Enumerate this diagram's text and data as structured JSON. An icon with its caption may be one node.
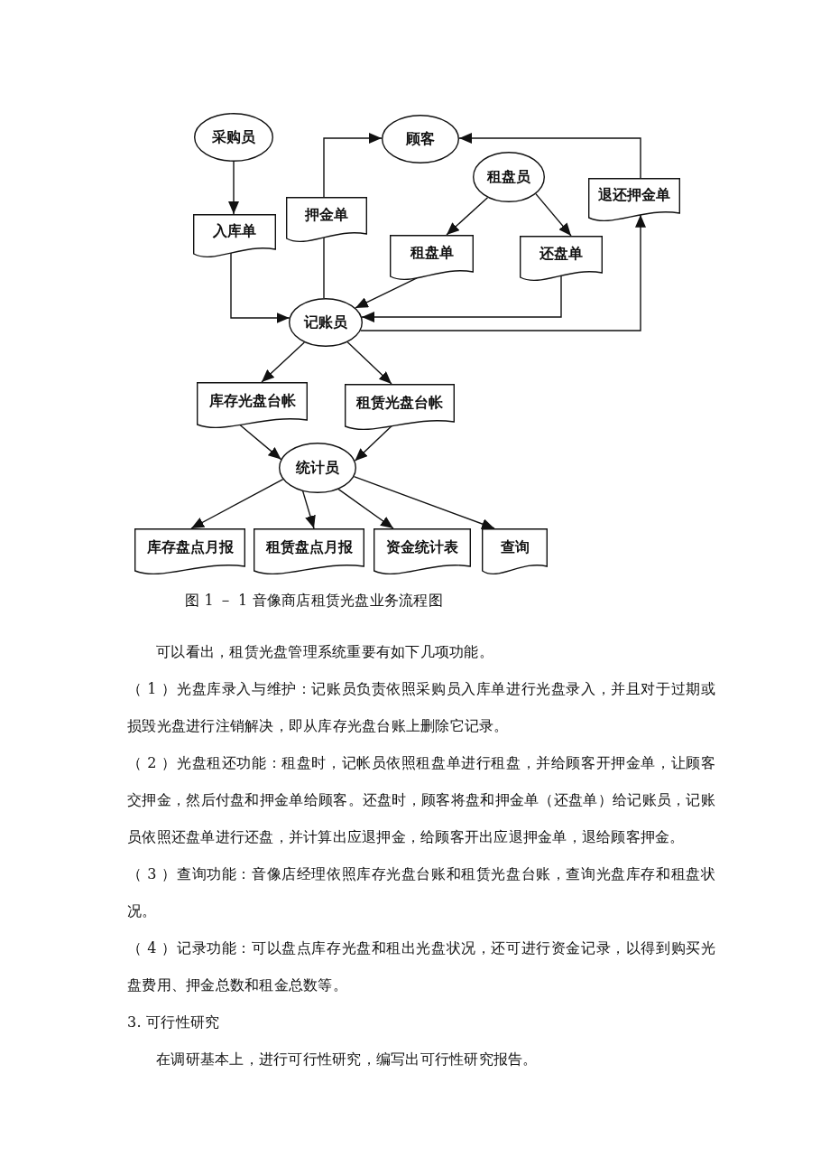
{
  "diagram": {
    "caption": "图 1 － 1 音像商店租赁光盘业务流程图",
    "nodes": [
      {
        "text": [
          "采购员"
        ]
      },
      {
        "text": [
          "顾客"
        ]
      },
      {
        "text": [
          "租盘员"
        ]
      },
      {
        "text": [
          "押金单"
        ]
      },
      {
        "text": [
          "退还押金单"
        ]
      },
      {
        "text": [
          "入库单"
        ]
      },
      {
        "text": [
          "租盘单"
        ]
      },
      {
        "text": [
          "还盘单"
        ]
      },
      {
        "text": [
          "记账员"
        ]
      },
      {
        "text": [
          "库存光盘台帐"
        ]
      },
      {
        "text": [
          "租赁光盘台帐"
        ]
      },
      {
        "text": [
          "统计员"
        ]
      },
      {
        "text": [
          "库存盘点月报"
        ]
      },
      {
        "text": [
          "租赁盘点月报"
        ]
      },
      {
        "text": [
          "资金统计表"
        ]
      },
      {
        "text": [
          "查询"
        ]
      }
    ],
    "edges": [
      {
        "from": 0,
        "to": 5,
        "arrow": "to"
      },
      {
        "from": 5,
        "to": 8,
        "arrow": "to"
      },
      {
        "from": 8,
        "to": 3,
        "arrow": "none"
      },
      {
        "from": 3,
        "to": 1,
        "arrow": "to"
      },
      {
        "from": 4,
        "to": 1,
        "arrow": "to"
      },
      {
        "from": 2,
        "to": 6,
        "arrow": "to"
      },
      {
        "from": 2,
        "to": 7,
        "arrow": "to"
      },
      {
        "from": 6,
        "to": 8,
        "arrow": "to"
      },
      {
        "from": 7,
        "to": 8,
        "arrow": "to"
      },
      {
        "from": 8,
        "to": 4,
        "arrow": "to"
      },
      {
        "from": 8,
        "to": 9,
        "arrow": "to"
      },
      {
        "from": 8,
        "to": 10,
        "arrow": "to"
      },
      {
        "from": 9,
        "to": 11,
        "arrow": "to"
      },
      {
        "from": 10,
        "to": 11,
        "arrow": "to"
      },
      {
        "from": 11,
        "to": 12,
        "arrow": "to"
      },
      {
        "from": 11,
        "to": 13,
        "arrow": "to"
      },
      {
        "from": 11,
        "to": 14,
        "arrow": "to"
      },
      {
        "from": 11,
        "to": 15,
        "arrow": "to"
      }
    ],
    "labels": [
      "可以看出，租赁光盘管理系统重要有如下几项功能。",
      "（ 1 ）光盘库录入与维护：记账员负责依照采购员入库单进行光盘录入，并且对于过期或损毁光盘进行注销解决，即从库存光盘台账上删除它记录。",
      "（ 2 ）光盘租还功能：租盘时，记帐员依照租盘单进行租盘，并给顾客开押金单，让顾客交押金，然后付盘和押金单给顾客。还盘时，顾客将盘和押金单（还盘单）给记账员，记账员依照还盘单进行还盘，并计算出应退押金，给顾客开出应退押金单，退给顾客押金。",
      "（ 3 ）查询功能：音像店经理依照库存光盘台账和租赁光盘台账，查询光盘库存和租盘状况。",
      "（ 4 ）记录功能：可以盘点库存光盘和租出光盘状况，还可进行资金记录，以得到购买光盘费用、押金总数和租金总数等。",
      "3. 可行性研究",
      "在调研基本上，进行可行性研究，编写出可行性研究报告。"
    ]
  }
}
